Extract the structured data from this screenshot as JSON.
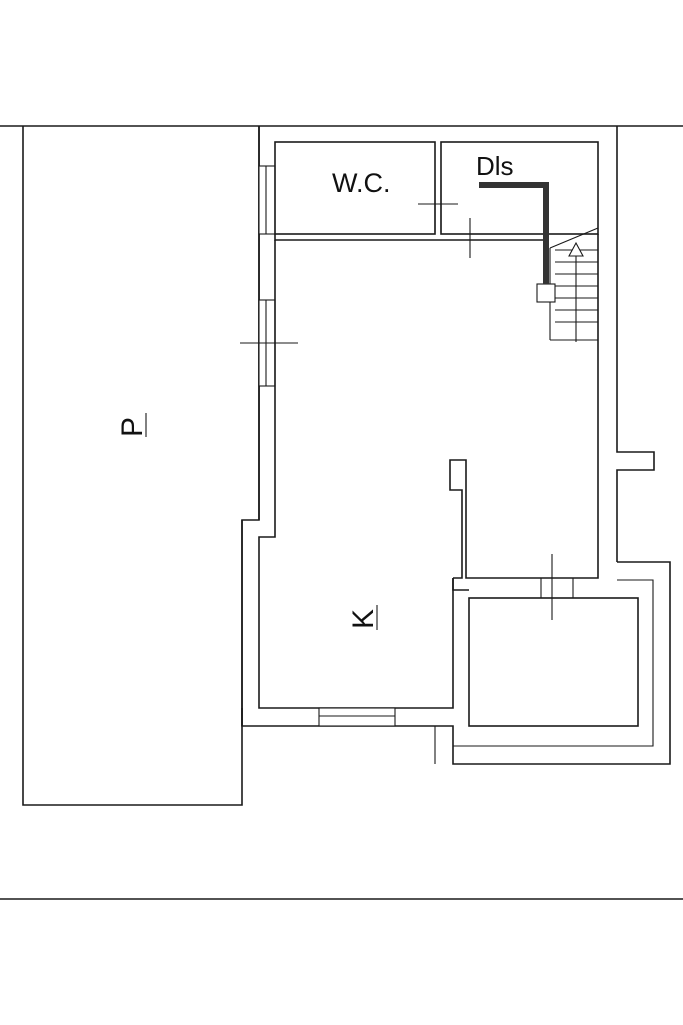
{
  "rooms": {
    "wc_label": "W.C.",
    "dis_label": "Dls",
    "p_label": "P",
    "k_label": "K"
  },
  "colors": {
    "line": "#1a1a1a",
    "stair_wall": "#333333",
    "background": "#ffffff"
  },
  "icons": [
    "stair-arrow-icon"
  ]
}
